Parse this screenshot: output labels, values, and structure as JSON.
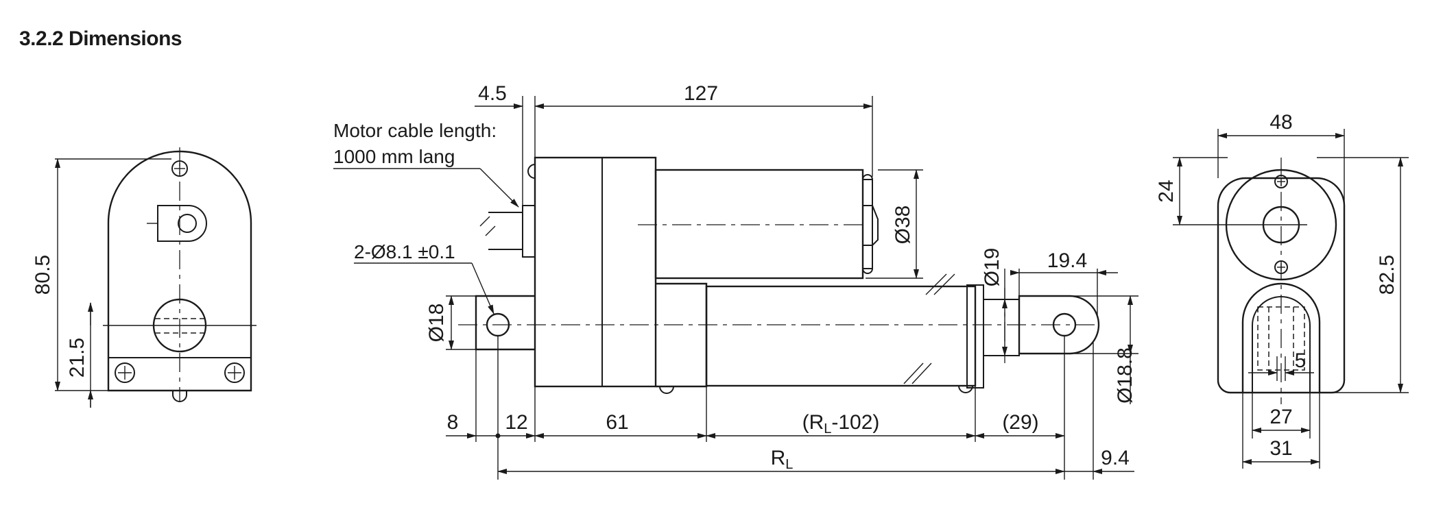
{
  "heading": "3.2.2 Dimensions",
  "left_view": {
    "height": "80.5",
    "hole_height": "21.5"
  },
  "side_view": {
    "flange": "4.5",
    "motor_length": "127",
    "cable_note_line1": "Motor cable length:",
    "cable_note_line2": "1000 mm lang",
    "mount_hole": "2-Ø8.1 ±0.1",
    "mount_dia": "Ø18",
    "motor_dia": "Ø38",
    "rod_dia": "Ø19",
    "eye_width": "19.4",
    "eye_dia": "Ø18.8",
    "dim_8": "8",
    "dim_12": "12",
    "dim_61": "61",
    "dim_stroke_base": "(R",
    "dim_stroke_sub": "L",
    "dim_stroke_tail": "-102)",
    "dim_29": "(29)",
    "total_base": "R",
    "total_sub": "L",
    "dim_9_4": "9.4"
  },
  "right_view": {
    "width": "48",
    "top_offset": "24",
    "height": "82.5",
    "slot": "5",
    "inner_width": "27",
    "outer_width": "31"
  }
}
